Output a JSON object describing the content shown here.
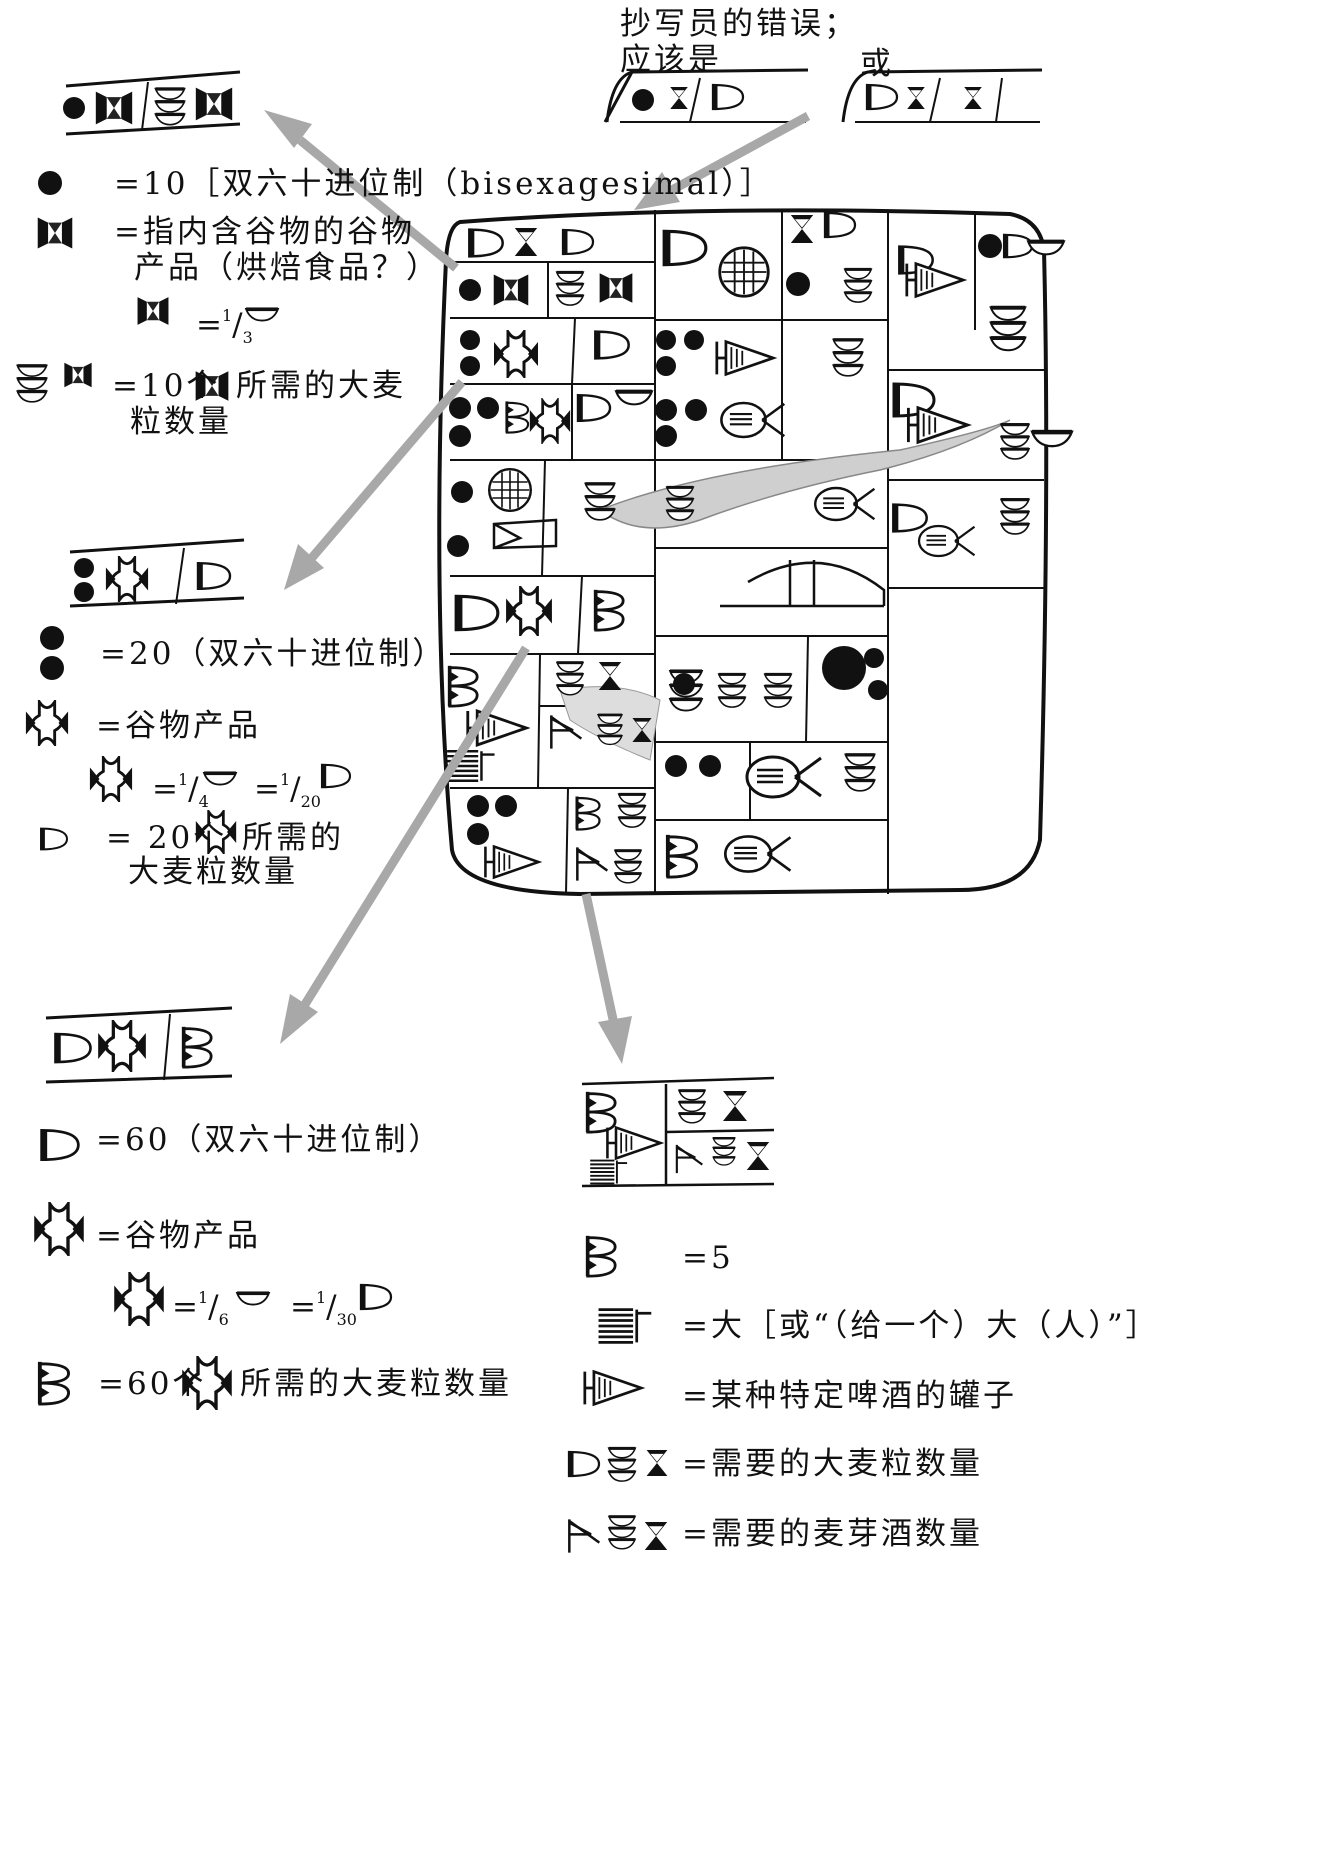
{
  "scribe_note": {
    "line1": "抄写员的错误；",
    "line2": "应该是",
    "or": "或"
  },
  "legend_top": {
    "circle": "=10［双六十进位制（bisexagesimal）］",
    "grain_product": "=指内含谷物的谷物",
    "grain_product_2": "产品（烘焙食品？）",
    "fraction_eq": "=",
    "fraction_num": "1",
    "fraction_den": "3",
    "barley_eq": "=10个",
    "barley_rest": "所需的大麦",
    "barley_rest_2": "粒数量"
  },
  "legend_mid": {
    "two_circles": "=20（双六十进位制）",
    "grain": "=谷物产品",
    "frac_eq1": "=",
    "frac1_num": "1",
    "frac1_den": "4",
    "frac_eq2": "=",
    "frac2_num": "1",
    "frac2_den": "20",
    "d_eq": "= 20个",
    "d_rest": "所需的",
    "d_rest_2": "大麦粒数量"
  },
  "legend_bottom": {
    "big_d": "=60（双六十进位制）",
    "grain": "=谷物产品",
    "frac_eq1": "=",
    "frac1_num": "1",
    "frac1_den": "6",
    "frac_eq2": "=",
    "frac2_num": "1",
    "frac2_den": "30",
    "b_eq": "=60个",
    "b_rest": "所需的大麦粒数量"
  },
  "legend_right": {
    "five": "=5",
    "great": "=大［或“（给一个）大（人）”］",
    "jar": "=某种特定啤酒的罐子",
    "barley": "=需要的大麦粒数量",
    "malt": "=需要的麦芽酒数量"
  }
}
